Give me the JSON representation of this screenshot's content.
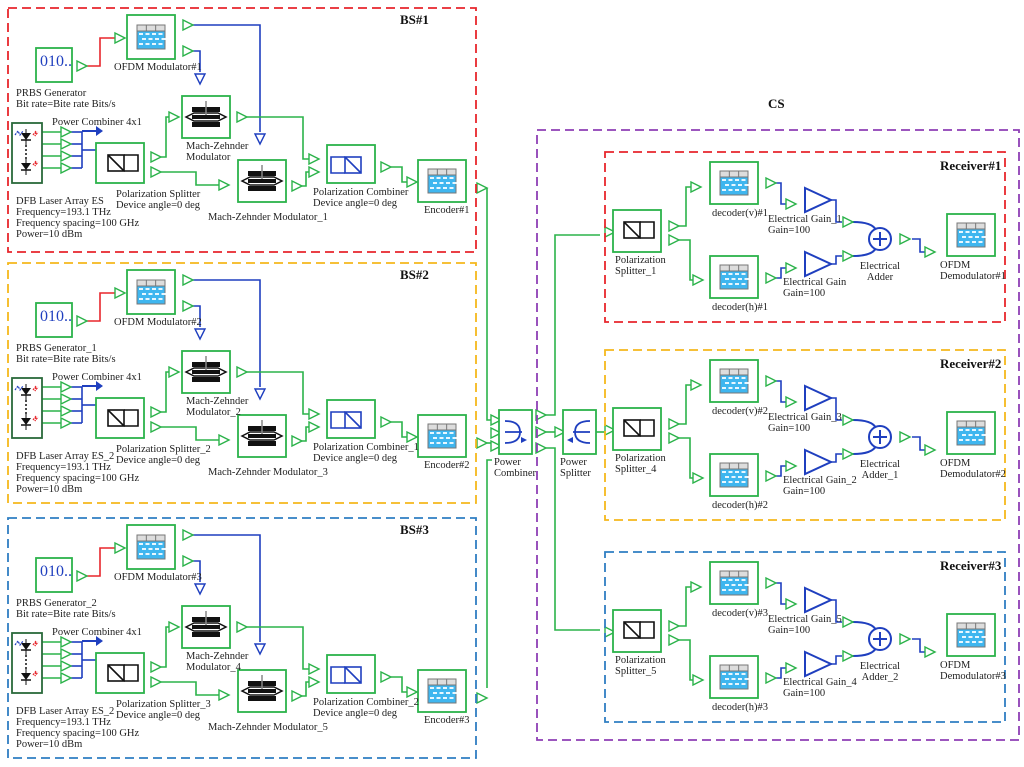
{
  "colors": {
    "bs1_border": "#e8262c",
    "bs2_border": "#f5b81c",
    "bs3_border": "#2f7ec2",
    "cs_border": "#8e3fb5",
    "component_green": "#2bb34a",
    "electrical_blue": "#1f3fbf",
    "prbs_red": "#e8262c"
  },
  "base_stations": [
    {
      "title": "BS#1",
      "prbs_text": "010..",
      "prbs_label": [
        "PRBS Generator",
        "Bit rate=Bite rate Bits/s"
      ],
      "ofdm_label": "OFDM Modulator#1",
      "combiner_label": "Power Combiner 4x1",
      "mzm_top_label": [
        "Mach-Zehnder",
        "Modulator"
      ],
      "mzm_bottom_label": "Mach-Zehnder Modulator_1",
      "splitter_label": [
        "Polarization Splitter",
        "Device angle=0 deg"
      ],
      "pcomb_label": [
        "Polarization Combiner",
        "Device angle=0 deg"
      ],
      "encoder_label": "Encoder#1",
      "laser_label": [
        "DFB Laser Array ES",
        "Frequency=193.1 THz",
        "Frequency spacing=100 GHz",
        "Power=10 dBm"
      ]
    },
    {
      "title": "BS#2",
      "prbs_text": "010..",
      "prbs_label": [
        "PRBS Generator_1",
        "Bit rate=Bite rate Bits/s"
      ],
      "ofdm_label": "OFDM Modulator#2",
      "combiner_label": "Power Combiner 4x1",
      "mzm_top_label": [
        "Mach-Zehnder",
        "Modulator_2"
      ],
      "mzm_bottom_label": "Mach-Zehnder Modulator_3",
      "splitter_label": [
        "Polarization Splitter_2",
        "Device angle=0 deg"
      ],
      "pcomb_label": [
        "Polarization Combiner_1",
        "Device angle=0 deg"
      ],
      "encoder_label": "Encoder#2",
      "laser_label": [
        "DFB Laser Array ES_2",
        "Frequency=193.1 THz",
        "Frequency spacing=100 GHz",
        "Power=10 dBm"
      ]
    },
    {
      "title": "BS#3",
      "prbs_text": "010..",
      "prbs_label": [
        "PRBS Generator_2",
        "Bit rate=Bite rate Bits/s"
      ],
      "ofdm_label": "OFDM Modulator#3",
      "combiner_label": "Power Combiner 4x1",
      "mzm_top_label": [
        "Mach-Zehnder",
        "Modulator_4"
      ],
      "mzm_bottom_label": "Mach-Zehnder Modulator_5",
      "splitter_label": [
        "Polarization Splitter_3",
        "Device angle=0 deg"
      ],
      "pcomb_label": [
        "Polarization Combiner_2",
        "Device angle=0 deg"
      ],
      "encoder_label": "Encoder#3",
      "laser_label": [
        "DFB Laser Array ES_2",
        "Frequency=193.1 THz",
        "Frequency spacing=100 GHz",
        "Power=10 dBm"
      ]
    }
  ],
  "center": {
    "power_combiner_label": [
      "Power",
      "Combiner"
    ],
    "power_splitter_label": [
      "Power",
      "Splitter"
    ]
  },
  "cs": {
    "title": "CS",
    "receivers": [
      {
        "title": "Receiver#1",
        "splitter_label": [
          "Polarization",
          "Splitter_1"
        ],
        "decoder_v_label": "decoder(v)#1",
        "decoder_h_label": "decoder(h)#1",
        "gain_top_label": [
          "Electrical Gain_1",
          "Gain=100"
        ],
        "gain_bottom_label": [
          "Electrical Gain",
          "Gain=100"
        ],
        "adder_label": [
          "Electrical",
          "Adder"
        ],
        "demod_label": [
          "OFDM",
          "Demodulator#1"
        ]
      },
      {
        "title": "Receiver#2",
        "splitter_label": [
          "Polarization",
          "Splitter_4"
        ],
        "decoder_v_label": "decoder(v)#2",
        "decoder_h_label": "decoder(h)#2",
        "gain_top_label": [
          "Electrical Gain_3",
          "Gain=100"
        ],
        "gain_bottom_label": [
          "Electrical Gain_2",
          "Gain=100"
        ],
        "adder_label": [
          "Electrical",
          "Adder_1"
        ],
        "demod_label": [
          "OFDM",
          "Demodulator#2"
        ]
      },
      {
        "title": "Receiver#3",
        "splitter_label": [
          "Polarization",
          "Splitter_5"
        ],
        "decoder_v_label": "decoder(v)#3",
        "decoder_h_label": "decoder(h)#3",
        "gain_top_label": [
          "Electrical Gain_5",
          "Gain=100"
        ],
        "gain_bottom_label": [
          "Electrical Gain_4",
          "Gain=100"
        ],
        "adder_label": [
          "Electrical",
          "Adder_2"
        ],
        "demod_label": [
          "OFDM",
          "Demodulator#3"
        ]
      }
    ]
  }
}
